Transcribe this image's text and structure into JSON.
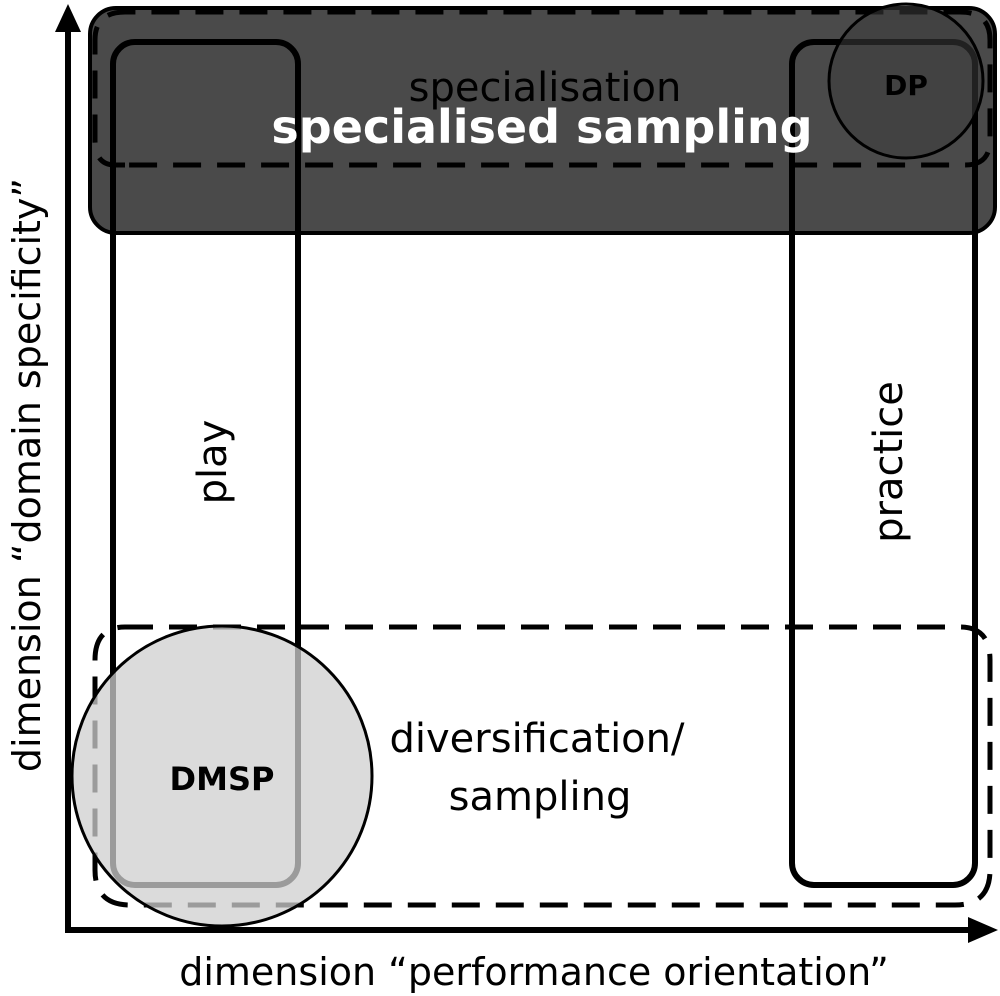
{
  "axes": {
    "x_label": "dimension “performance orientation”",
    "y_label": "dimension “domain specificity”"
  },
  "regions": {
    "specialisation": "specialisation",
    "specialised_sampling": "specialised sampling",
    "play": "play",
    "practice": "practice",
    "diversification_line1": "diversification/",
    "diversification_line2": "sampling"
  },
  "models": {
    "dp": "DP",
    "dmsp": "DMSP"
  },
  "colors": {
    "specialised_band_fill": "#4a4a4a",
    "dmsp_circle_fill": "#cfcfcf",
    "dp_circle_fill": "#3c3c3c",
    "stroke": "#000000",
    "specialised_text": "#ffffff"
  }
}
